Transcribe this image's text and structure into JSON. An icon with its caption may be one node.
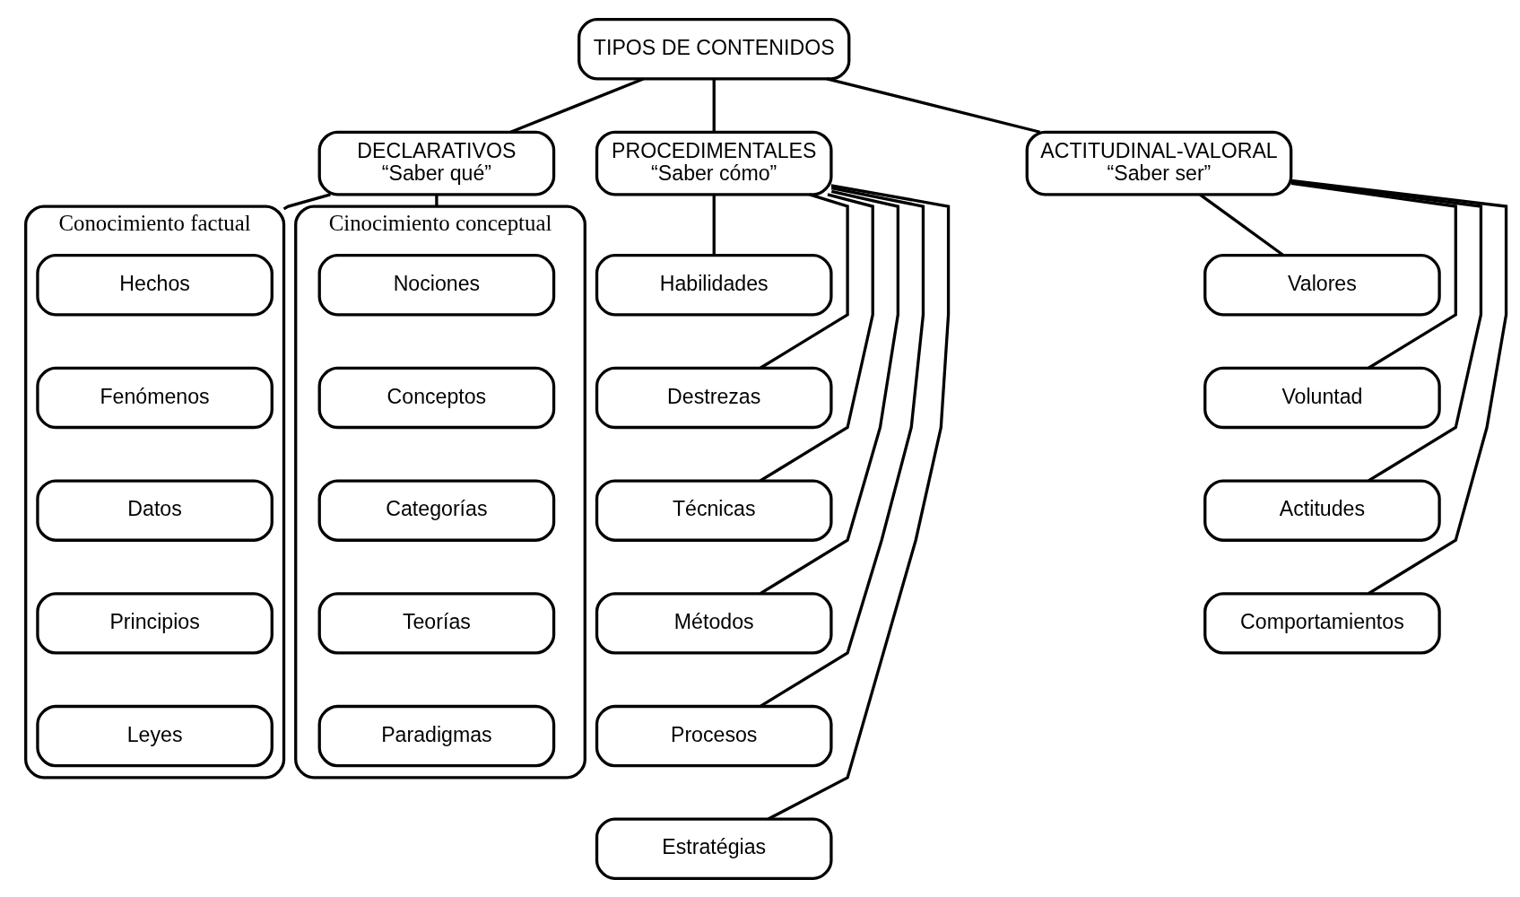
{
  "diagram": {
    "nodes": [
      {
        "text": [
          "TIPOS DE CONTENIDOS"
        ]
      },
      {
        "text": [
          "DECLARATIVOS",
          "“Saber qué”"
        ]
      },
      {
        "text": [
          "PROCEDIMENTALES",
          "“Saber cómo”"
        ]
      },
      {
        "text": [
          "ACTITUDINAL-VALORAL",
          "“Saber ser”"
        ]
      },
      {
        "text": [
          "Conocimiento factual"
        ]
      },
      {
        "text": [
          "Hechos"
        ],
        "in": 4
      },
      {
        "text": [
          "Fenómenos"
        ],
        "in": 4
      },
      {
        "text": [
          "Datos"
        ],
        "in": 4
      },
      {
        "text": [
          "Principios"
        ],
        "in": 4
      },
      {
        "text": [
          "Leyes"
        ],
        "in": 4
      },
      {
        "text": [
          "Cinocimiento conceptual"
        ]
      },
      {
        "text": [
          "Nociones"
        ],
        "in": 10
      },
      {
        "text": [
          "Conceptos"
        ],
        "in": 10
      },
      {
        "text": [
          "Categorías"
        ],
        "in": 10
      },
      {
        "text": [
          "Teorías"
        ],
        "in": 10
      },
      {
        "text": [
          "Paradigmas"
        ],
        "in": 10
      },
      {
        "text": [
          "Habilidades"
        ]
      },
      {
        "text": [
          "Destrezas"
        ]
      },
      {
        "text": [
          "Técnicas"
        ]
      },
      {
        "text": [
          "Métodos"
        ]
      },
      {
        "text": [
          "Procesos"
        ]
      },
      {
        "text": [
          "Estratégias"
        ]
      },
      {
        "text": [
          "Valores"
        ]
      },
      {
        "text": [
          "Voluntad"
        ]
      },
      {
        "text": [
          "Actitudes"
        ]
      },
      {
        "text": [
          "Comportamientos"
        ]
      }
    ],
    "edges": [
      {
        "from": 0,
        "to": 1,
        "arrow": "none"
      },
      {
        "from": 0,
        "to": 2,
        "arrow": "none"
      },
      {
        "from": 0,
        "to": 3,
        "arrow": "none"
      },
      {
        "from": 1,
        "to": 4,
        "arrow": "none"
      },
      {
        "from": 1,
        "to": 10,
        "arrow": "none"
      },
      {
        "from": 2,
        "to": 16,
        "arrow": "none"
      },
      {
        "from": 2,
        "to": 17,
        "arrow": "none"
      },
      {
        "from": 2,
        "to": 18,
        "arrow": "none"
      },
      {
        "from": 2,
        "to": 19,
        "arrow": "none"
      },
      {
        "from": 2,
        "to": 20,
        "arrow": "none"
      },
      {
        "from": 2,
        "to": 21,
        "arrow": "none"
      },
      {
        "from": 3,
        "to": 22,
        "arrow": "none"
      },
      {
        "from": 3,
        "to": 23,
        "arrow": "none"
      },
      {
        "from": 3,
        "to": 24,
        "arrow": "none"
      },
      {
        "from": 3,
        "to": 25,
        "arrow": "none"
      }
    ]
  }
}
